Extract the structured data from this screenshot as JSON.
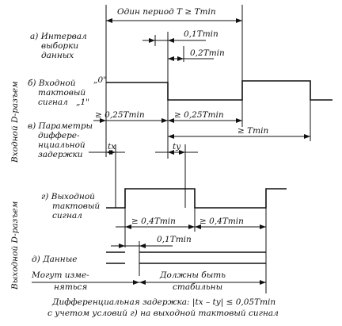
{
  "period_label": "Один период T ≥ Tmin",
  "side_labels": {
    "input": "Входной D-разъем",
    "output": "Выходной D-разъем"
  },
  "sections": {
    "a": [
      "а) Интервал",
      "выборки",
      "данных"
    ],
    "b": [
      "б) Входной",
      "тактовый",
      "сигнал"
    ],
    "b_level0": "„0\"",
    "b_level1": "„1\"",
    "v": [
      "в) Параметры",
      "диффере-",
      "нциальной",
      "задержки"
    ],
    "g": [
      "г) Выходной",
      "тактовый",
      "сигнал"
    ],
    "d": "д) Данные"
  },
  "dimensions": {
    "a1": "0,1Tmin",
    "a2": "0,2Tmin",
    "b1": "≥ 0,25Tmin",
    "b2": "≥ 0,25Tmin",
    "b3": "≥ Tmin",
    "tx": "tx",
    "ty": "ty",
    "g1": "≥ 0,4Tmin",
    "g2": "≥ 0,4Tmin",
    "d1": "0,1Tmin"
  },
  "data_states": {
    "may_change": [
      "Могут изме-",
      "няться"
    ],
    "stable": [
      "Должны быть",
      "стабильны"
    ]
  },
  "footer": [
    "Дифференциальная задержка: |tx – ty| ≤ 0,05Tmin",
    "с учетом условий г) на выходной тактовый сигнал"
  ]
}
